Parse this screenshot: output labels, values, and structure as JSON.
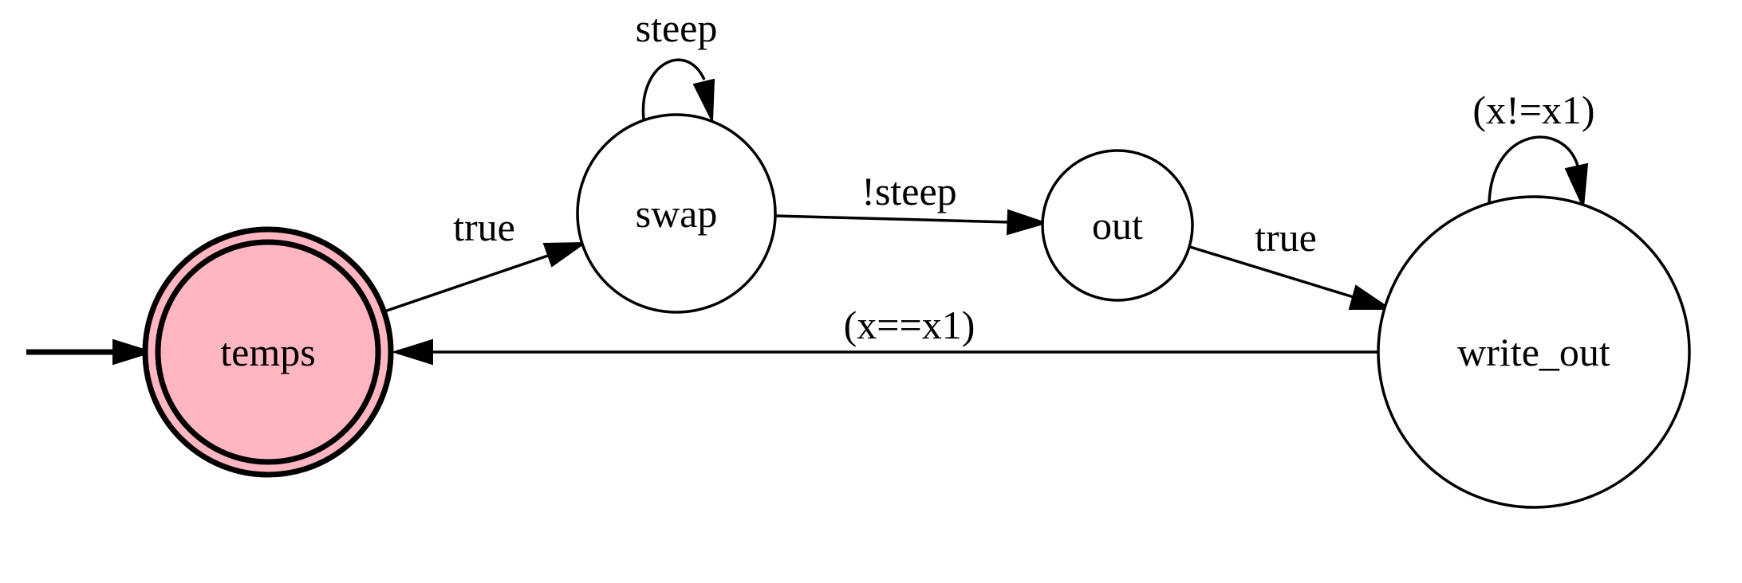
{
  "diagram": {
    "type": "state-machine",
    "states": {
      "temps": "temps",
      "swap": "swap",
      "out": "out",
      "write_out": "write_out"
    },
    "initial_state": "temps",
    "accepting_states": [
      "temps"
    ],
    "transitions": {
      "temps_to_swap": "true",
      "swap_self": "steep",
      "swap_to_out": "!steep",
      "out_to_write_out": "true",
      "write_out_self": "(x!=x1)",
      "write_out_to_temps": "(x==x1)"
    },
    "colors": {
      "accept_fill": "#ffb6c1",
      "stroke": "#000000",
      "background": "#ffffff"
    }
  }
}
